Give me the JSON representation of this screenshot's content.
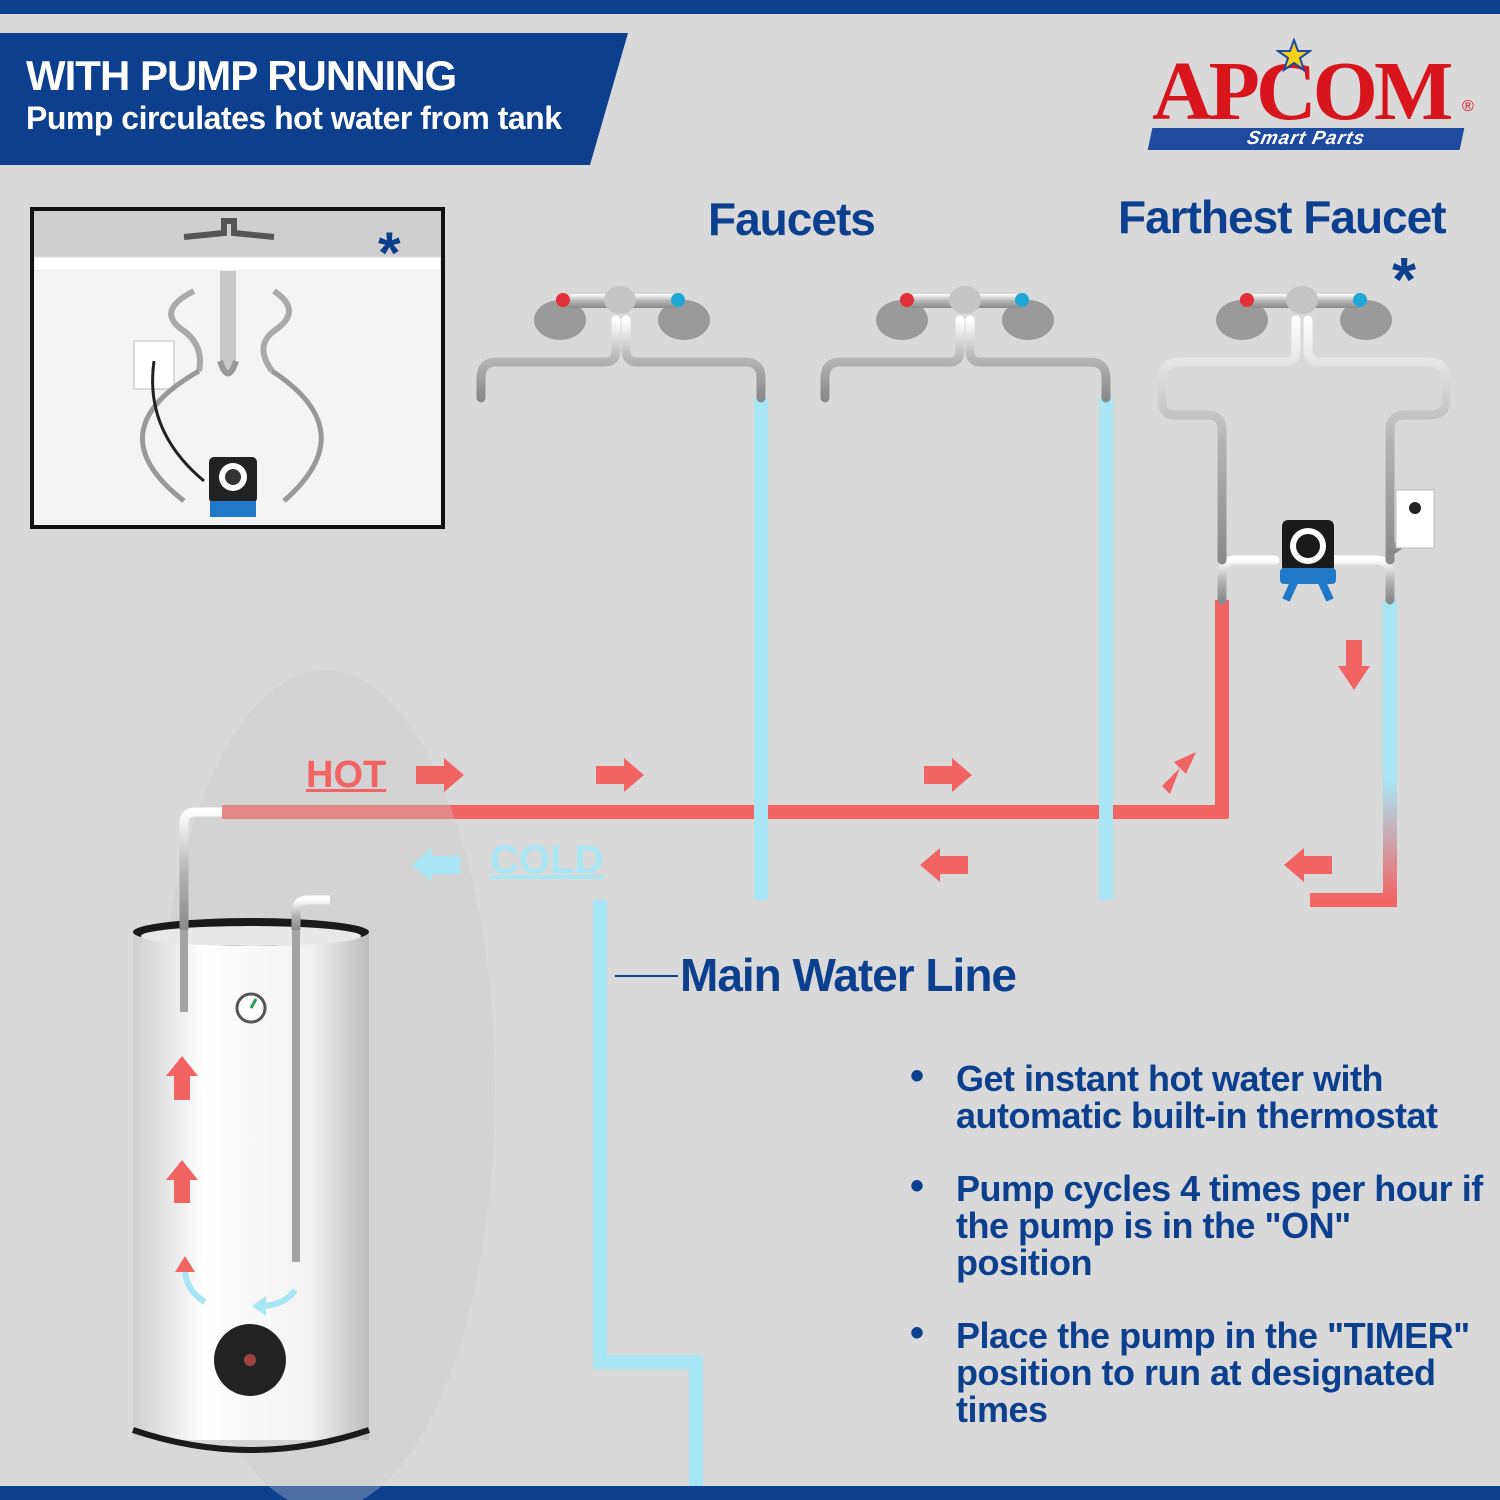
{
  "banner": {
    "title": "WITH PUMP RUNNING",
    "subtitle": "Pump circulates hot water from tank",
    "color": "#0d3f8f"
  },
  "logo": {
    "brand": "APCOM",
    "tagline": "Smart Parts",
    "registered": "®",
    "color": "#d8141c"
  },
  "labels": {
    "faucets": "Faucets",
    "farthest_faucet": "Farthest Faucet",
    "hot": "HOT",
    "cold": "COLD",
    "main_water_line": "Main Water Line",
    "asterisk": "*"
  },
  "bullets": [
    "Get instant hot water with automatic built-in thermostat",
    "Pump cycles 4 times per hour if the pump is in the \"ON\" position",
    "Place the pump in the \"TIMER\" position to run at designated times"
  ],
  "colors": {
    "hot_pipe": "#f26464",
    "cold_pipe": "#a8e6f5",
    "text": "#0d3f8f",
    "background": "#d9d9d9"
  }
}
